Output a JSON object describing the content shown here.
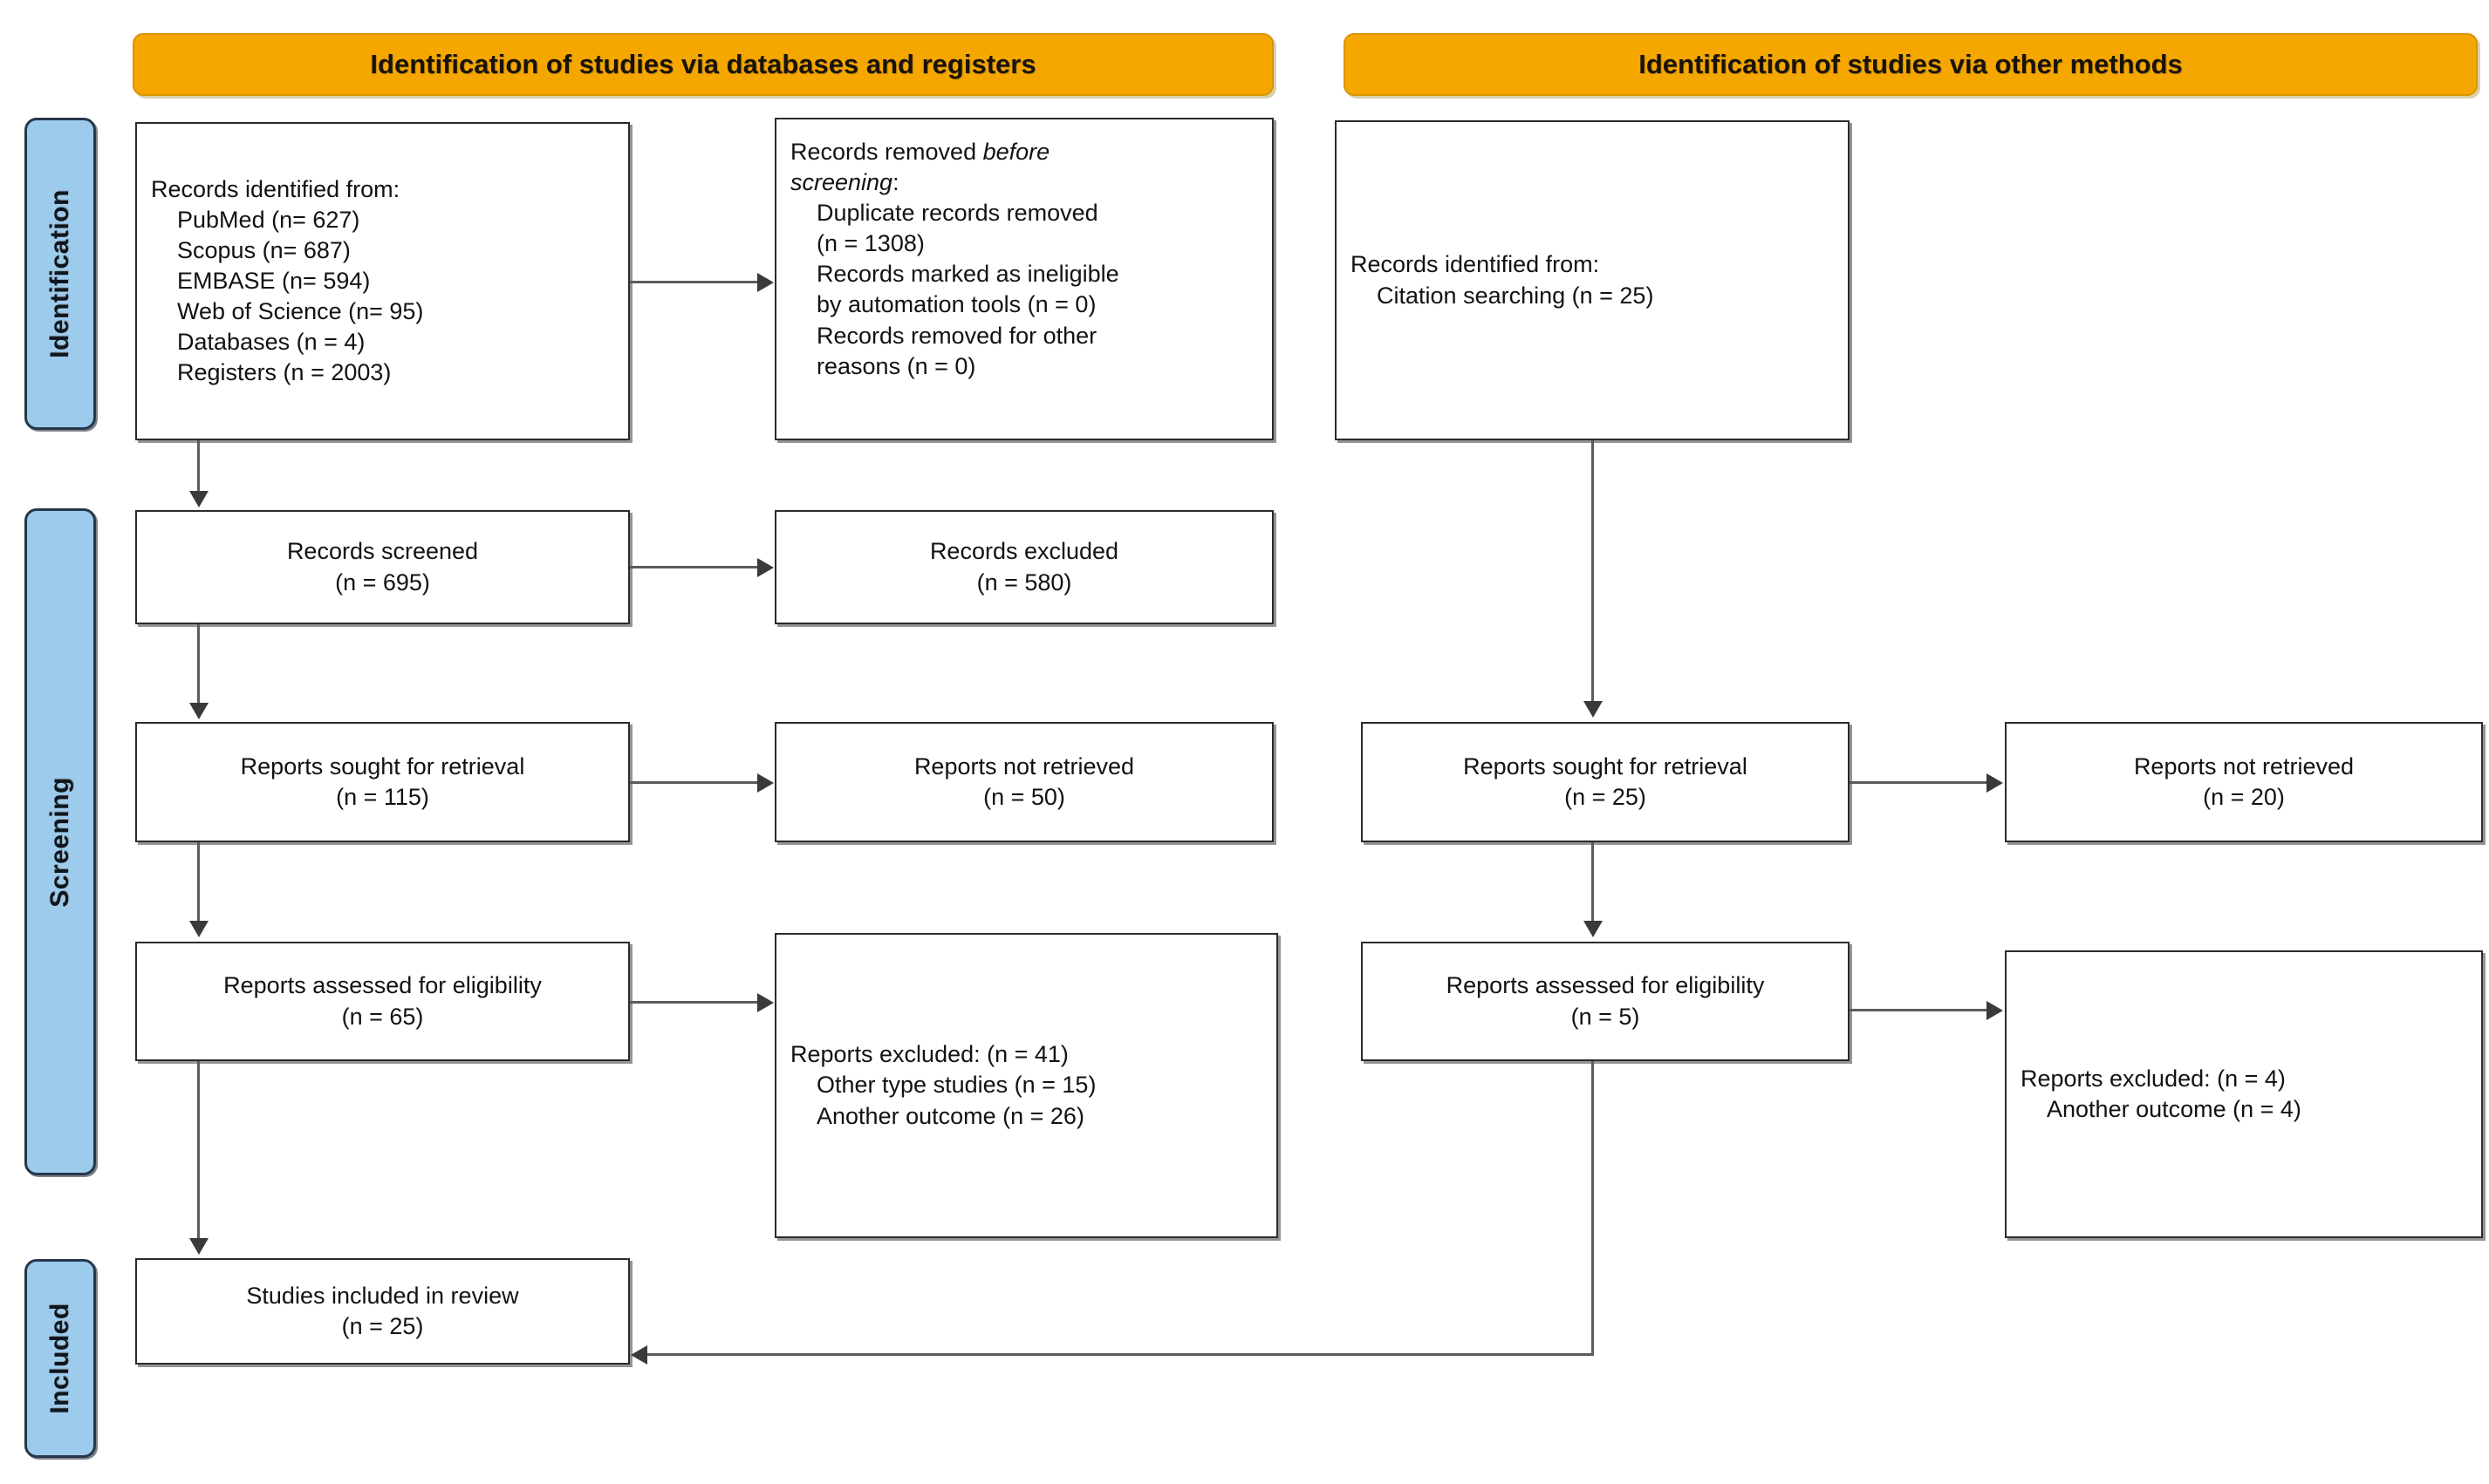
{
  "diagram": {
    "title": "PRISMA 2020 flow diagram",
    "accent_orange": "#F5A700",
    "accent_blue": "#9DCBEC",
    "box_border": "#2b2b2b",
    "connector_color": "#5c5c5c"
  },
  "stages": [
    {
      "id": "identification",
      "label": "Identification"
    },
    {
      "id": "screening",
      "label": "Screening"
    },
    {
      "id": "included",
      "label": "Included"
    }
  ],
  "columns": [
    {
      "id": "databases",
      "header": "Identification of studies via databases and registers"
    },
    {
      "id": "other",
      "header": "Identification of studies via other methods"
    }
  ],
  "boxes": {
    "records_identified": {
      "heading": "Records identified from:",
      "sources": [
        "PubMed (n= 627)",
        "Scopus (n= 687)",
        "EMBASE (n= 594)",
        "Web of Science (n= 95)",
        "Databases (n = 4)",
        "Registers (n = 2003)"
      ],
      "text": "Records identified from:\n    PubMed (n= 627)\n    Scopus (n= 687)\n    EMBASE (n= 594)\n    Web of Science (n= 95)\n    Databases (n = 4)\n    Registers (n = 2003)"
    },
    "records_removed": {
      "heading_prefix": "Records removed ",
      "heading_italic": "before",
      "heading_italic2": "screening",
      "heading_suffix": ":",
      "reasons": [
        "Duplicate records removed (n = 1308)",
        "Records marked as ineligible by automation tools (n = 0)",
        "Records removed for other reasons (n = 0)"
      ],
      "text_rest": "    Duplicate records removed\n    (n = 1308)\n    Records marked as ineligible\n    by automation tools (n = 0)\n    Records removed for other\n    reasons (n = 0)"
    },
    "records_screened": {
      "label": "Records screened",
      "count": "(n = 695)",
      "text": "Records screened\n(n = 695)"
    },
    "records_excluded": {
      "label": "Records excluded",
      "count": "(n = 580)",
      "text": "Records excluded\n(n = 580)"
    },
    "reports_sought_db": {
      "label": "Reports sought for retrieval",
      "count": "(n = 115)",
      "text": "Reports sought for retrieval\n(n = 115)"
    },
    "reports_not_retrieved_db": {
      "label": "Reports not retrieved",
      "count": "(n = 50)",
      "text": "Reports not retrieved\n(n = 50)"
    },
    "reports_assessed_db": {
      "label": "Reports assessed for eligibility",
      "count": "(n = 65)",
      "text": "Reports assessed for eligibility\n(n = 65)"
    },
    "reports_excluded_db": {
      "label": "Reports excluded:",
      "count": "(n = 41)",
      "reasons": [
        "Other type studies (n = 15)",
        "Another outcome (n = 26)"
      ],
      "text": "Reports excluded: (n = 41)\n    Other type studies (n = 15)\n    Another outcome (n = 26)"
    },
    "studies_included": {
      "label": "Studies included in review",
      "count": "(n = 25)",
      "text": "Studies included in review\n(n = 25)"
    },
    "records_identified_other": {
      "heading": "Records identified from:",
      "sources": [
        "Citation searching (n = 25)"
      ],
      "text": "Records identified from:\n    Citation searching (n = 25)"
    },
    "reports_sought_other": {
      "label": "Reports sought for retrieval",
      "count": "(n = 25)",
      "text": "Reports sought for retrieval\n(n = 25)"
    },
    "reports_not_retrieved_other": {
      "label": "Reports not retrieved",
      "count": "(n = 20)",
      "text": "Reports not retrieved\n(n = 20)"
    },
    "reports_assessed_other": {
      "label": "Reports assessed for eligibility",
      "count": "(n = 5)",
      "text": "Reports assessed for eligibility\n(n = 5)"
    },
    "reports_excluded_other": {
      "label": "Reports excluded:",
      "count": "(n = 4)",
      "reasons": [
        "Another outcome (n = 4)"
      ],
      "text": "Reports excluded: (n = 4)\n    Another outcome (n = 4)"
    }
  }
}
